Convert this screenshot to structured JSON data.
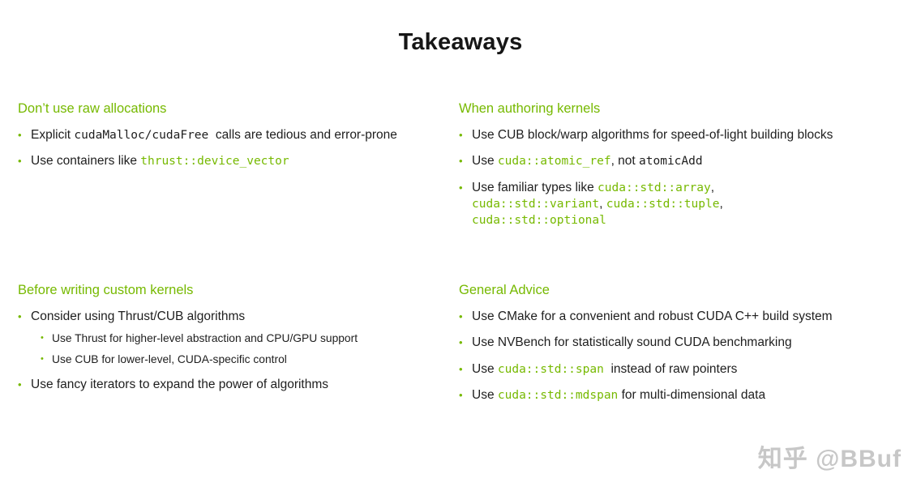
{
  "title": "Takeaways",
  "colors": {
    "green": "#76b900",
    "body_text": "#1e1e1e",
    "watermark": "#c7c7c7"
  },
  "watermark": "知乎 @BBuf",
  "sections": [
    {
      "id": "dont-use-raw-allocations",
      "heading": "Don’t use raw allocations",
      "bullets": [
        {
          "segments": [
            {
              "t": "Explicit ",
              "s": "plain"
            },
            {
              "t": "cudaMalloc/cudaFree",
              "s": "code"
            },
            {
              "t": "  calls are tedious and error-prone",
              "s": "plain"
            }
          ]
        },
        {
          "segments": [
            {
              "t": "Use containers like ",
              "s": "plain"
            },
            {
              "t": "thrust::device_vector",
              "s": "code-green"
            }
          ]
        }
      ]
    },
    {
      "id": "when-authoring-kernels",
      "heading": "When authoring kernels",
      "bullets": [
        {
          "segments": [
            {
              "t": "Use CUB block/warp algorithms for speed-of-light building blocks",
              "s": "plain"
            }
          ]
        },
        {
          "segments": [
            {
              "t": "Use ",
              "s": "plain"
            },
            {
              "t": "cuda::atomic_ref",
              "s": "code-green"
            },
            {
              "t": ", not ",
              "s": "plain"
            },
            {
              "t": "atomicAdd",
              "s": "code"
            }
          ]
        },
        {
          "segments": [
            {
              "t": "Use familiar types like ",
              "s": "plain"
            },
            {
              "t": "cuda::std::array",
              "s": "code-green"
            },
            {
              "t": ",\n",
              "s": "plain"
            },
            {
              "t": "cuda::std::variant",
              "s": "code-green"
            },
            {
              "t": ", ",
              "s": "plain"
            },
            {
              "t": "cuda::std::tuple",
              "s": "code-green"
            },
            {
              "t": ",\n",
              "s": "plain"
            },
            {
              "t": "cuda::std::optional",
              "s": "code-green"
            }
          ]
        }
      ]
    },
    {
      "id": "before-writing-custom-kernels",
      "heading": "Before writing custom kernels",
      "bullets": [
        {
          "segments": [
            {
              "t": "Consider using Thrust/CUB algorithms",
              "s": "plain"
            }
          ],
          "subs": [
            {
              "segments": [
                {
                  "t": "Use Thrust for higher-level abstraction and CPU/GPU support",
                  "s": "plain"
                }
              ]
            },
            {
              "segments": [
                {
                  "t": "Use CUB for lower-level, CUDA-specific control",
                  "s": "plain"
                }
              ]
            }
          ]
        },
        {
          "segments": [
            {
              "t": "Use fancy iterators to expand the power of algorithms",
              "s": "plain"
            }
          ]
        }
      ]
    },
    {
      "id": "general-advice",
      "heading": "General Advice",
      "bullets": [
        {
          "segments": [
            {
              "t": "Use CMake for a convenient and robust CUDA C++ build system",
              "s": "plain"
            }
          ]
        },
        {
          "segments": [
            {
              "t": "Use NVBench for statistically sound CUDA benchmarking",
              "s": "plain"
            }
          ]
        },
        {
          "segments": [
            {
              "t": "Use ",
              "s": "plain"
            },
            {
              "t": "cuda::std::span",
              "s": "code-green"
            },
            {
              "t": "  instead of raw pointers",
              "s": "plain"
            }
          ]
        },
        {
          "segments": [
            {
              "t": "Use ",
              "s": "plain"
            },
            {
              "t": "cuda::std::mdspan",
              "s": "code-green"
            },
            {
              "t": " for multi-dimensional data",
              "s": "plain"
            }
          ]
        }
      ]
    }
  ]
}
